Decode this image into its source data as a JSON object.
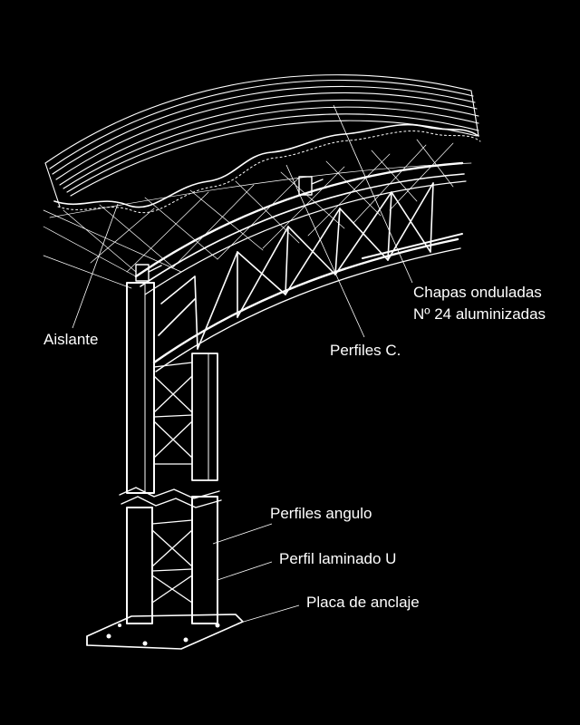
{
  "colors": {
    "background": "#000000",
    "ink": "#ffffff"
  },
  "labels": {
    "chapas_line1": "Chapas onduladas",
    "chapas_line2": "Nº 24 aluminizadas",
    "aislante": "Aislante",
    "perfiles_c": "Perfiles C.",
    "perfiles_angulo": "Perfiles angulo",
    "perfil_laminado": "Perfil laminado U",
    "placa_anclaje": "Placa de anclaje"
  }
}
